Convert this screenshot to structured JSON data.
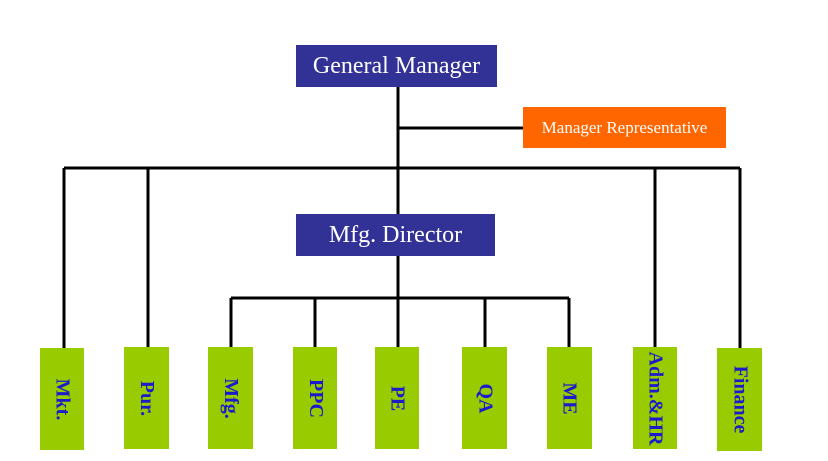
{
  "chart": {
    "top": "General Manager",
    "staff": "Manager Representative",
    "middle": "Mfg. Director",
    "departments": [
      "Mkt.",
      "Pur.",
      "Mfg.",
      "PPC",
      "PE",
      "QA",
      "ME",
      "Adm.&HR",
      "Finance"
    ]
  },
  "colors": {
    "manager_box": "#323296",
    "staff_box": "#ff6600",
    "department_box": "#99cc00",
    "department_text": "#1b1bcc",
    "connector": "#000000"
  }
}
